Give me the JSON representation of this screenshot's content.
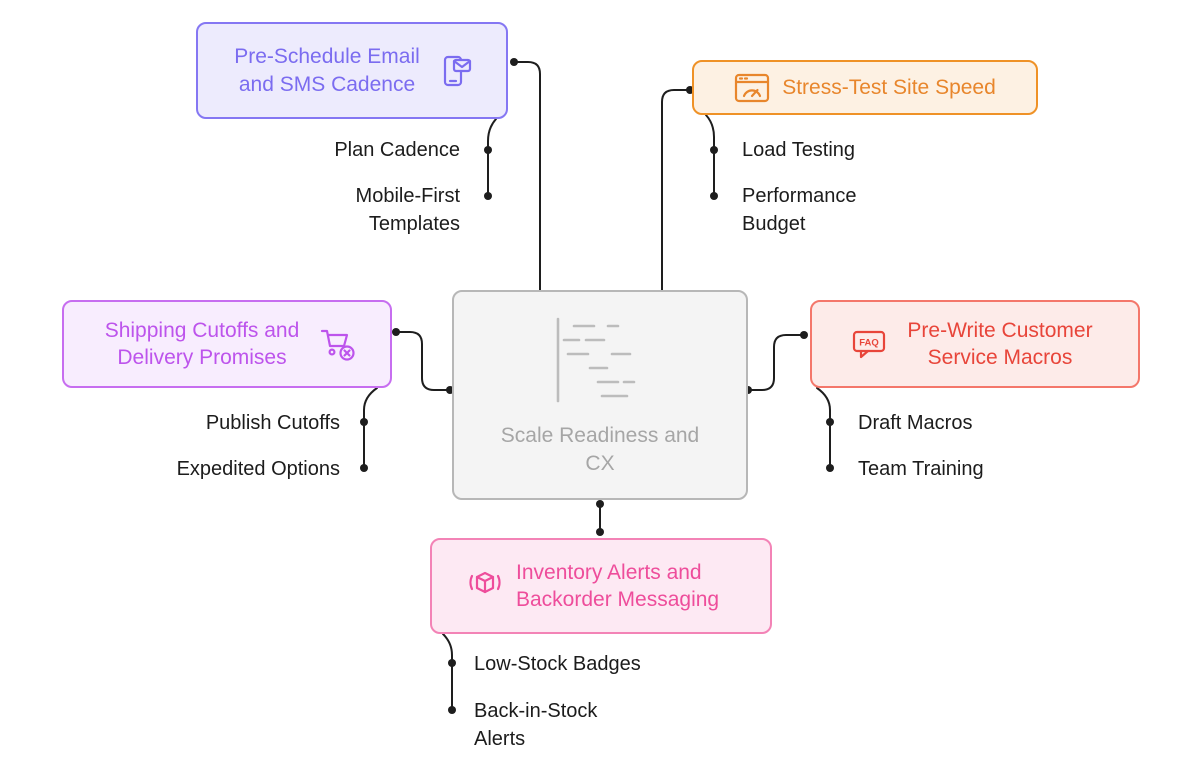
{
  "center": {
    "label": "Scale Readiness and CX",
    "icon": "gantt-chart-icon",
    "colors": {
      "border": "#b7b7b7",
      "background": "#f4f4f4",
      "text": "#a6a6a6"
    }
  },
  "connector_color": "#1e1e1e",
  "branches": [
    {
      "label": "Pre-Schedule Email and SMS Cadence",
      "icon": "phone-email-icon",
      "colors": {
        "border": "#8577f3",
        "background": "#edebfd",
        "text": "#7b6cf0"
      },
      "children": [
        "Plan Cadence",
        "Mobile-First Templates"
      ]
    },
    {
      "label": "Stress-Test Site Speed",
      "icon": "site-speed-icon",
      "colors": {
        "border": "#ef9227",
        "background": "#fdf1e3",
        "text": "#e8862c"
      },
      "children": [
        "Load Testing",
        "Performance Budget"
      ]
    },
    {
      "label": "Shipping Cutoffs and Delivery Promises",
      "icon": "shopping-cart-icon",
      "colors": {
        "border": "#c76ef0",
        "background": "#f8edfe",
        "text": "#bd54ec"
      },
      "children": [
        "Publish Cutoffs",
        "Expedited Options"
      ]
    },
    {
      "label": "Pre-Write Customer Service Macros",
      "icon": "faq-bubble-icon",
      "icon_text": "FAQ",
      "colors": {
        "border": "#f4776b",
        "background": "#fdebe9",
        "text": "#e8453a"
      },
      "children": [
        "Draft Macros",
        "Team Training"
      ]
    },
    {
      "label": "Inventory Alerts and Backorder Messaging",
      "icon": "package-scan-icon",
      "colors": {
        "border": "#f383b6",
        "background": "#fde9f3",
        "text": "#ee4d9b"
      },
      "children": [
        "Low-Stock Badges",
        "Back-in-Stock Alerts"
      ]
    }
  ]
}
